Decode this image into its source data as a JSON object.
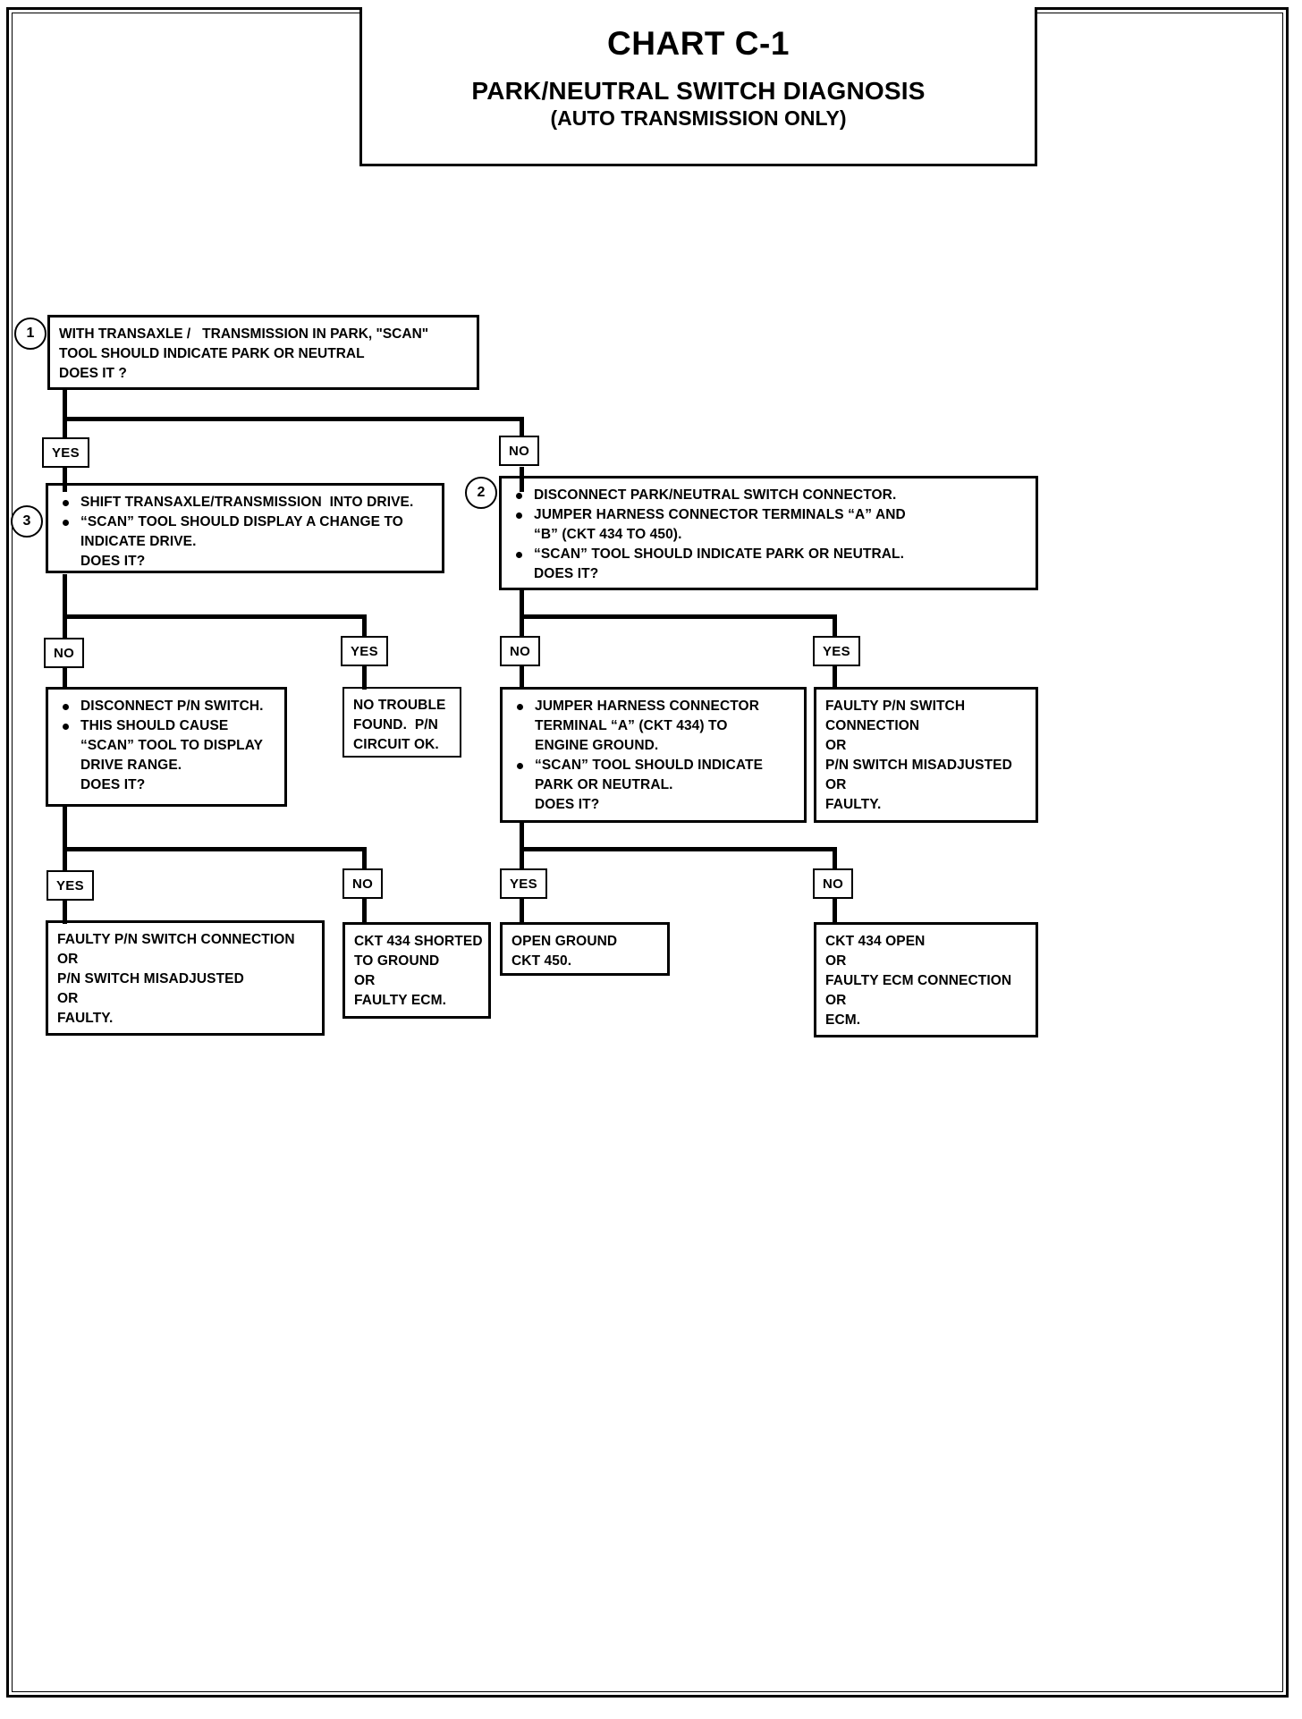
{
  "title": {
    "chart_id": "CHART C-1",
    "heading": "PARK/NEUTRAL SWITCH DIAGNOSIS",
    "subheading": "(AUTO TRANSMISSION ONLY)"
  },
  "steps": {
    "one": "1",
    "two": "2",
    "three": "3"
  },
  "branch_labels": {
    "yes": "YES",
    "no": "NO"
  },
  "boxes": {
    "step1": {
      "lines": [
        "WITH TRANSAXLE /   TRANSMISSION IN PARK, \"SCAN\"",
        "TOOL SHOULD INDICATE PARK OR NEUTRAL",
        "DOES IT ?"
      ]
    },
    "step3": {
      "bullets": [
        {
          "text": "SHIFT TRANSAXLE/TRANSMISSION  INTO DRIVE."
        },
        {
          "text": "“SCAN” TOOL SHOULD DISPLAY A CHANGE TO",
          "cont": [
            "INDICATE DRIVE.",
            "DOES IT?"
          ]
        }
      ]
    },
    "step2": {
      "bullets": [
        {
          "text": "DISCONNECT PARK/NEUTRAL SWITCH CONNECTOR."
        },
        {
          "text": "JUMPER HARNESS CONNECTOR TERMINALS “A” AND",
          "cont": [
            "“B” (CKT 434 TO 450)."
          ]
        },
        {
          "text": "“SCAN” TOOL SHOULD INDICATE PARK OR NEUTRAL.",
          "cont": [
            "DOES IT?"
          ]
        }
      ]
    },
    "disconnect_pn": {
      "bullets": [
        {
          "text": "DISCONNECT P/N SWITCH."
        },
        {
          "text": "THIS SHOULD CAUSE",
          "cont": [
            "“SCAN” TOOL TO DISPLAY",
            "DRIVE RANGE.",
            "DOES IT?"
          ]
        }
      ]
    },
    "no_trouble": {
      "lines": [
        "NO TROUBLE",
        "FOUND.  P/N",
        "CIRCUIT OK."
      ]
    },
    "jumper_ground": {
      "bullets": [
        {
          "text": "JUMPER HARNESS CONNECTOR",
          "cont": [
            "TERMINAL “A” (CKT 434) TO",
            "ENGINE GROUND."
          ]
        },
        {
          "text": "“SCAN” TOOL SHOULD INDICATE",
          "cont": [
            "PARK OR NEUTRAL.",
            "DOES IT?"
          ]
        }
      ]
    },
    "faulty_pn_right": {
      "lines": [
        "FAULTY P/N SWITCH",
        "CONNECTION",
        "OR",
        "P/N SWITCH MISADJUSTED",
        "OR",
        "FAULTY."
      ]
    },
    "faulty_pn_bottom": {
      "lines": [
        "FAULTY P/N SWITCH CONNECTION",
        "OR",
        "P/N SWITCH MISADJUSTED",
        "OR",
        "FAULTY."
      ]
    },
    "ckt434_shorted": {
      "lines": [
        "CKT 434 SHORTED",
        "TO GROUND",
        "OR",
        "FAULTY ECM."
      ]
    },
    "open_ground": {
      "lines": [
        "OPEN GROUND",
        "CKT 450."
      ]
    },
    "ckt434_open": {
      "lines": [
        "CKT 434 OPEN",
        "OR",
        "FAULTY ECM CONNECTION",
        "OR",
        "ECM."
      ]
    }
  }
}
